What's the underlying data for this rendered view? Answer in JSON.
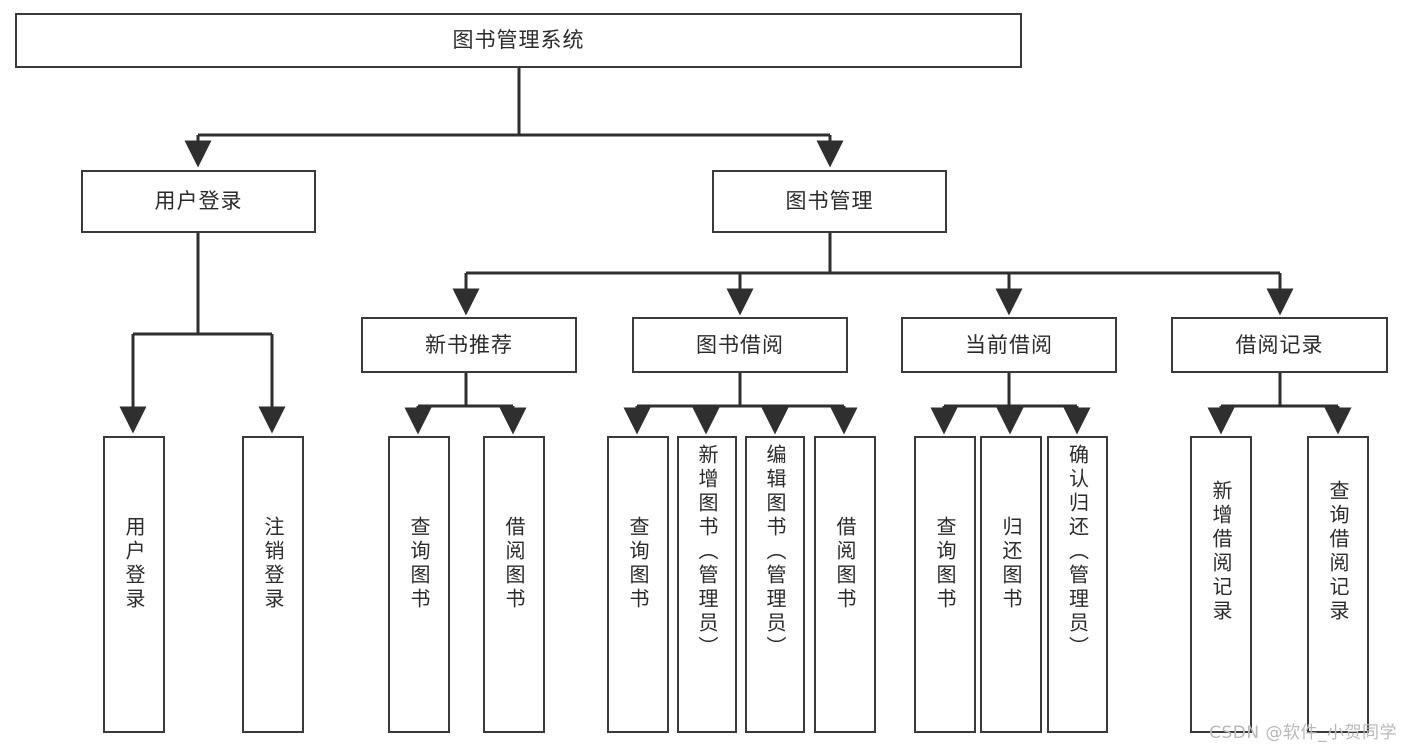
{
  "diagram": {
    "title": "图书管理系统",
    "type": "tree-hierarchy-chart",
    "nodes": {
      "root": {
        "label": "图书管理系统"
      },
      "level2": [
        {
          "label": "用户登录"
        },
        {
          "label": "图书管理"
        }
      ],
      "level3": [
        {
          "label": "新书推荐"
        },
        {
          "label": "图书借阅"
        },
        {
          "label": "当前借阅"
        },
        {
          "label": "借阅记录"
        }
      ],
      "leaves_user_login": [
        {
          "label": "用户登录"
        },
        {
          "label": "注销登录"
        }
      ],
      "leaves_new_book": [
        {
          "label": "查询图书"
        },
        {
          "label": "借阅图书"
        }
      ],
      "leaves_borrow": [
        {
          "label": "查询图书"
        },
        {
          "label": "新增图书（管理员）"
        },
        {
          "label": "编辑图书（管理员）"
        },
        {
          "label": "借阅图书"
        }
      ],
      "leaves_current": [
        {
          "label": "查询图书"
        },
        {
          "label": "归还图书"
        },
        {
          "label": "确认归还（管理员）"
        }
      ],
      "leaves_records": [
        {
          "label": "新增借阅记录"
        },
        {
          "label": "查询借阅记录"
        }
      ]
    }
  },
  "watermark": {
    "text": "CSDN @软件_小贺同学"
  },
  "colors": {
    "box_border": "#3a3a3a",
    "connector": "#2f2f2f",
    "text": "#2b2b2b",
    "background": "#ffffff",
    "watermark": "#b9b9b9"
  }
}
